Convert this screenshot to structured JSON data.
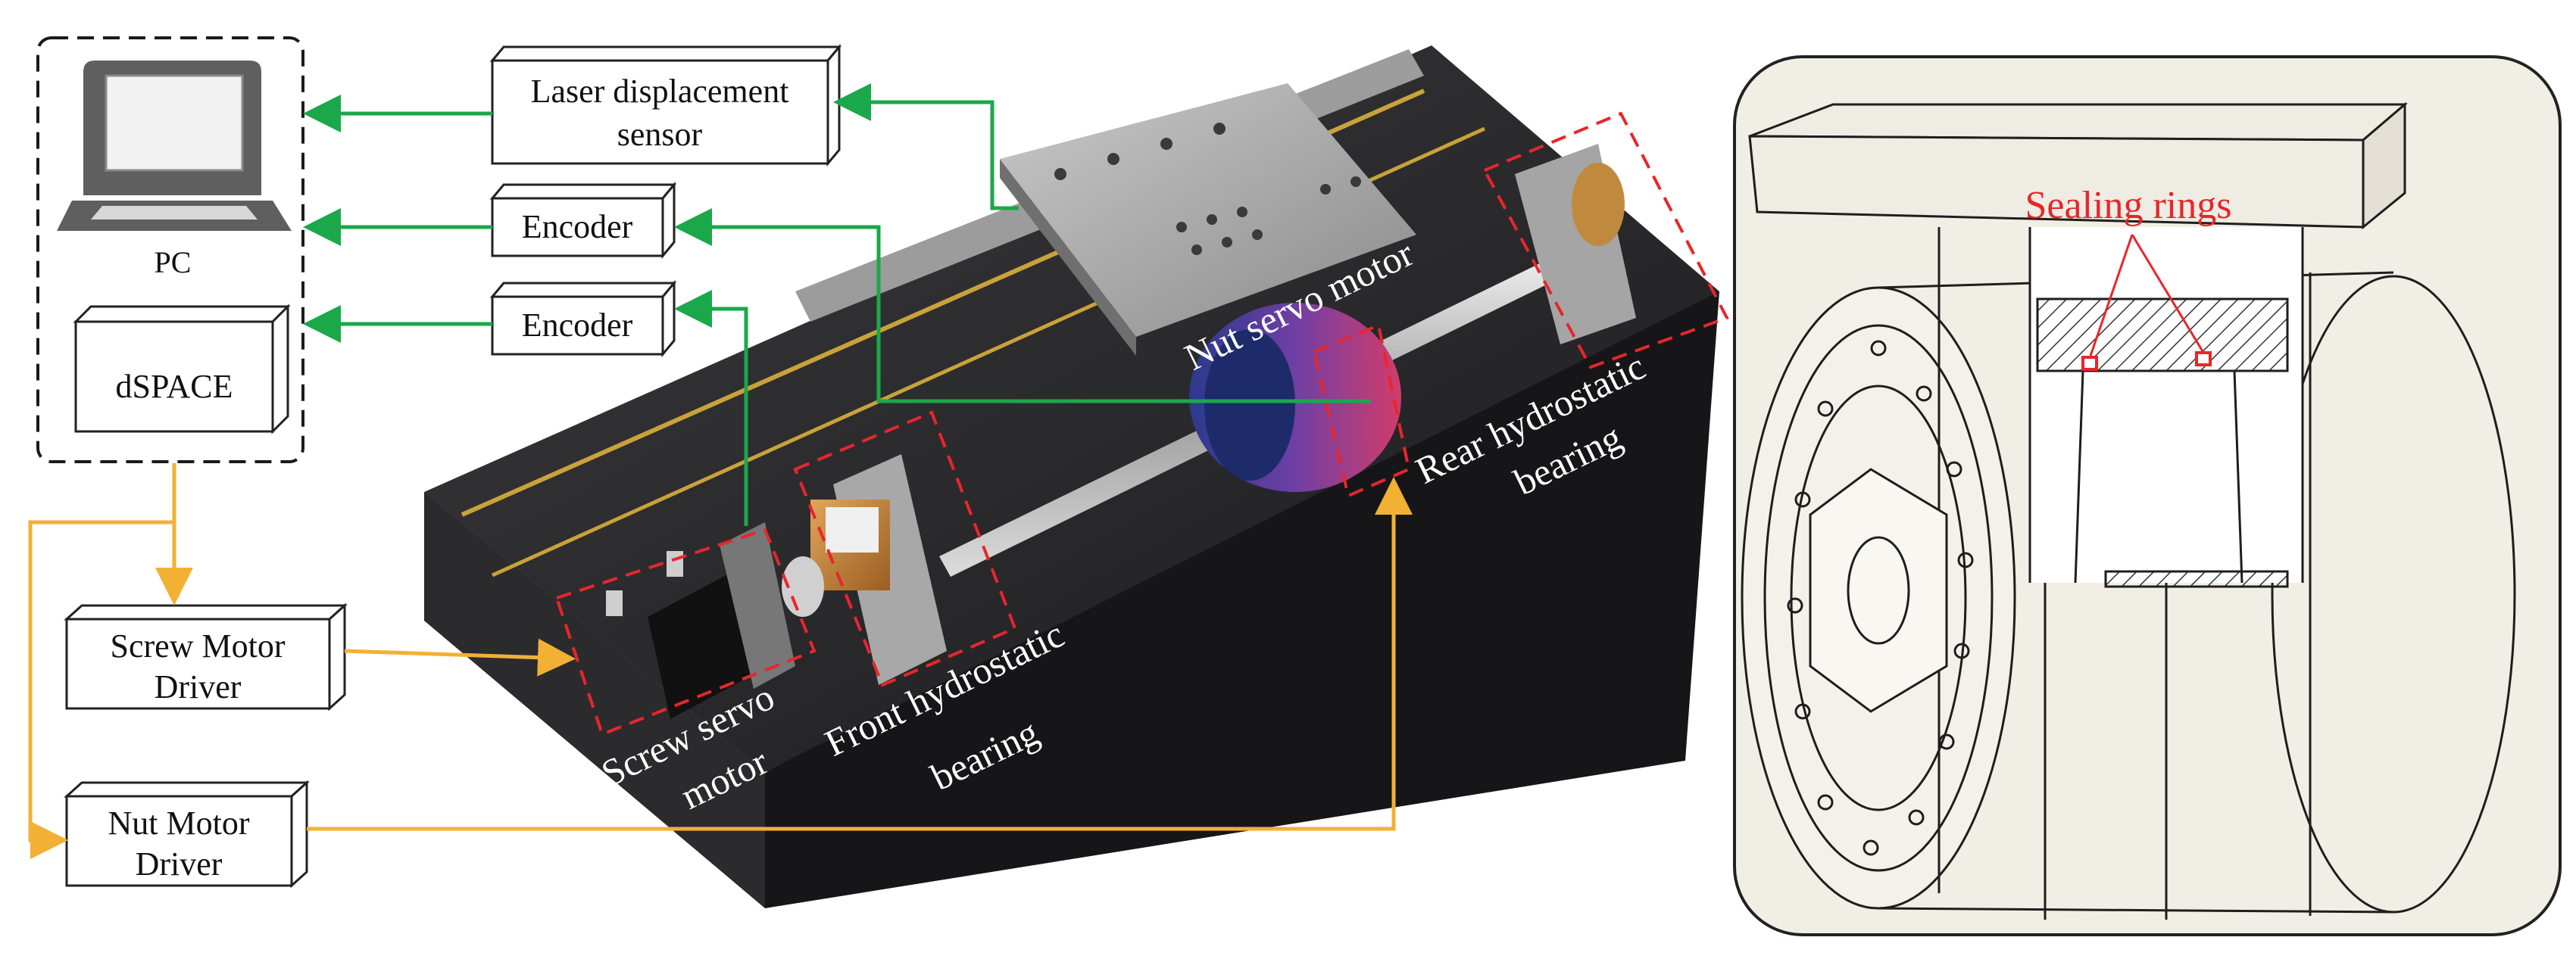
{
  "left_panel": {
    "pc_label": "PC",
    "dspace_label": "dSPACE",
    "laser_sensor_line1": "Laser displacement",
    "laser_sensor_line2": "sensor",
    "encoder_top": "Encoder",
    "encoder_bottom": "Encoder",
    "screw_driver_line1": "Screw Motor",
    "screw_driver_line2": "Driver",
    "nut_driver_line1": "Nut Motor",
    "nut_driver_line2": "Driver"
  },
  "rig_labels": {
    "nut_servo_motor": "Nut servo motor",
    "rear_bearing_line1": "Rear hydrostatic",
    "rear_bearing_line2": "bearing",
    "front_bearing_line1": "Front hydrostatic",
    "front_bearing_line2": "bearing",
    "screw_motor_line1": "Screw servo",
    "screw_motor_line2": "motor"
  },
  "right_panel": {
    "sealing_label": "Sealing rings"
  },
  "colors": {
    "signal_green": "#1aa84a",
    "power_orange": "#f2b134",
    "highlight_red": "#e8262a",
    "base_dark": "#1f1f21",
    "panel_bg": "#f1eee6"
  }
}
